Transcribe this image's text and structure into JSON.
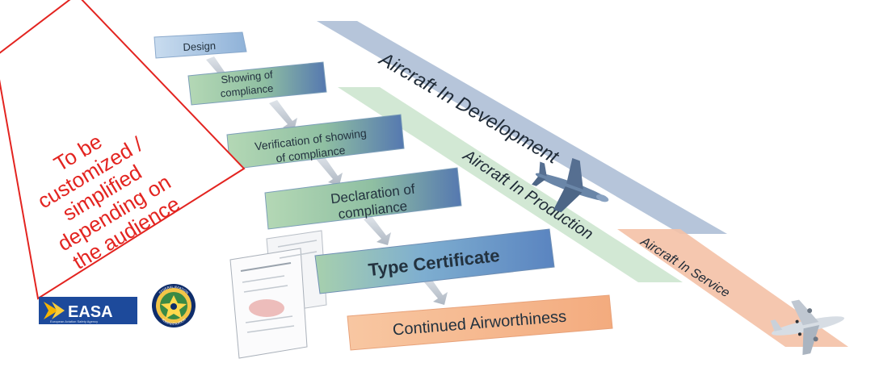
{
  "steps": {
    "design": "Design",
    "showing_line1": "Showing of",
    "showing_line2": "compliance",
    "verification_line1": "Verification of  showing",
    "verification_line2": "of compliance",
    "declaration_line1": "Declaration of",
    "declaration_line2": "compliance",
    "type_certificate": "Type Certificate",
    "continued": "Continued Airworthiness"
  },
  "lanes": {
    "development": "Aircraft In Development",
    "production": "Aircraft In Production",
    "service": "Aircraft In Service"
  },
  "note": {
    "lines": [
      "To be",
      "customized /",
      "simplified",
      "depending on",
      "the audience"
    ]
  },
  "logos": {
    "easa_name": "EASA",
    "easa_subtitle": "European Aviation Safety Agency",
    "faa_ring_top": "FEDERAL AVIATION",
    "faa_ring_bottom": "ADMINISTRATION"
  },
  "colors": {
    "design_box": "#a9c6e3",
    "green_box": "#9cc7a4",
    "blue_box": "#5d86b6",
    "continued_box": "#f5b78e",
    "lane_development": "#aebfd6",
    "lane_production": "#cde6cf",
    "lane_service": "#f4c1a6",
    "note_border": "#e32420",
    "easa_blue": "#1d4a9b",
    "easa_arrow": "#f5b400"
  },
  "icons": {
    "aircraft_dev": "airplane-icon",
    "aircraft_service": "airplane-icon",
    "documents": "certificate-document-icon",
    "faa": "faa-seal-icon",
    "easa": "easa-logo-icon"
  }
}
